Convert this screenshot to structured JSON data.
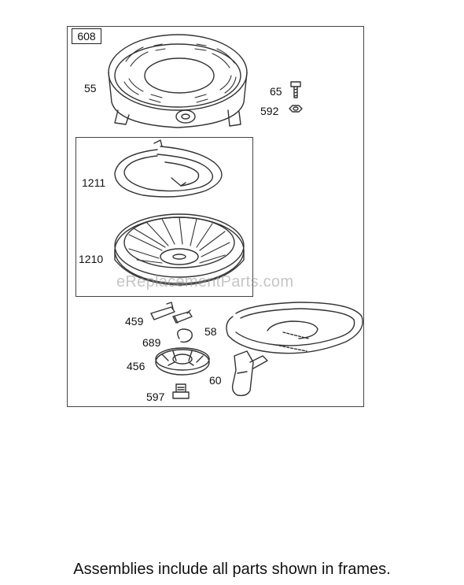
{
  "assembly_number": "608",
  "callouts": {
    "housing": "55",
    "screw": "65",
    "nut": "592",
    "spring": "1211",
    "pulley": "1210",
    "pawl": "459",
    "rope": "58",
    "ring": "689",
    "retainer": "456",
    "handle": "60",
    "bolt": "597"
  },
  "watermark": "eReplacementParts.com",
  "footnote": "Assemblies include all parts shown in frames."
}
